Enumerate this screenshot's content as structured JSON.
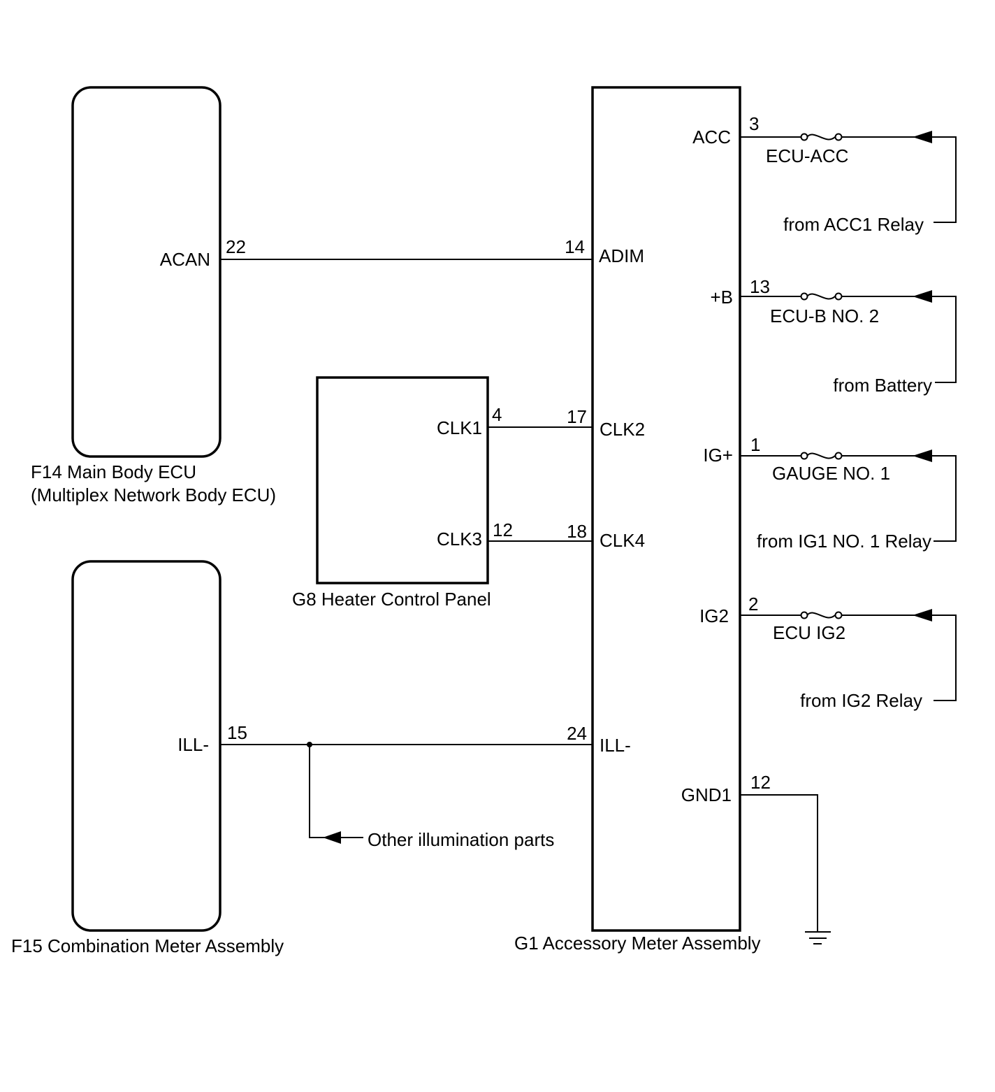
{
  "components": {
    "main_body_ecu": {
      "name_line1": "F14 Main Body ECU",
      "name_line2": "(Multiplex Network Body ECU)",
      "terminal": "ACAN",
      "pin": "22"
    },
    "combination_meter": {
      "name": "F15 Combination Meter Assembly",
      "terminal": "ILL-",
      "pin": "15"
    },
    "heater_control_panel": {
      "name": "G8 Heater Control Panel",
      "terminals": [
        {
          "label": "CLK1",
          "pin": "4"
        },
        {
          "label": "CLK3",
          "pin": "12"
        }
      ]
    },
    "accessory_meter": {
      "name": "G1 Accessory Meter Assembly",
      "left_terminals": [
        {
          "label": "ADIM",
          "pin": "14"
        },
        {
          "label": "CLK2",
          "pin": "17"
        },
        {
          "label": "CLK4",
          "pin": "18"
        },
        {
          "label": "ILL-",
          "pin": "24"
        }
      ],
      "right_terminals": [
        {
          "label": "ACC",
          "pin": "3",
          "fuse": "ECU-ACC",
          "source": "from ACC1 Relay"
        },
        {
          "label": "+B",
          "pin": "13",
          "fuse": "ECU-B NO. 2",
          "source": "from Battery"
        },
        {
          "label": "IG+",
          "pin": "1",
          "fuse": "GAUGE NO. 1",
          "source": "from IG1 NO. 1 Relay"
        },
        {
          "label": "IG2",
          "pin": "2",
          "fuse": "ECU IG2",
          "source": "from IG2 Relay"
        }
      ],
      "ground": {
        "label": "GND1",
        "pin": "12"
      }
    }
  },
  "branch_label": "Other illumination parts"
}
